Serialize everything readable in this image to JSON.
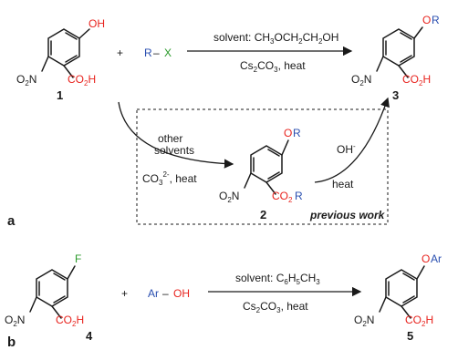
{
  "panel_a": {
    "label": "a",
    "reactant1": {
      "top": "OH",
      "left": "O2N",
      "right": "CO2H",
      "number": "1"
    },
    "plus": "+",
    "reagent": {
      "r": "R",
      "dash": "–",
      "x": "X"
    },
    "conditions_top": "solvent: CH3OCH2CH2OH",
    "conditions_bottom": "Cs2CO3, heat",
    "product3": {
      "top_o": "O",
      "top_r": "R",
      "left": "O2N",
      "right": "CO2H",
      "number": "3"
    },
    "lower_conditions_1": "other",
    "lower_conditions_2": "solvents",
    "lower_conditions_3": "CO3 2-, heat",
    "intermediate2": {
      "top_o": "O",
      "top_r": "R",
      "left": "O2N",
      "right_co2": "CO2",
      "right_r": "R",
      "number": "2"
    },
    "hydrolysis_top": "OH-",
    "hydrolysis_bottom": "heat",
    "previous_work": "previous work"
  },
  "panel_b": {
    "label": "b",
    "reactant4": {
      "top": "F",
      "left": "O2N",
      "right": "CO2H",
      "number": "4"
    },
    "plus": "+",
    "reagent": {
      "ar": "Ar",
      "dash": "–",
      "oh": "OH"
    },
    "conditions_top": "solvent: C6H5CH3",
    "conditions_bottom": "Cs2CO3, heat",
    "product5": {
      "top": "OAr",
      "left": "O2N",
      "right": "CO2H",
      "number": "5"
    }
  }
}
